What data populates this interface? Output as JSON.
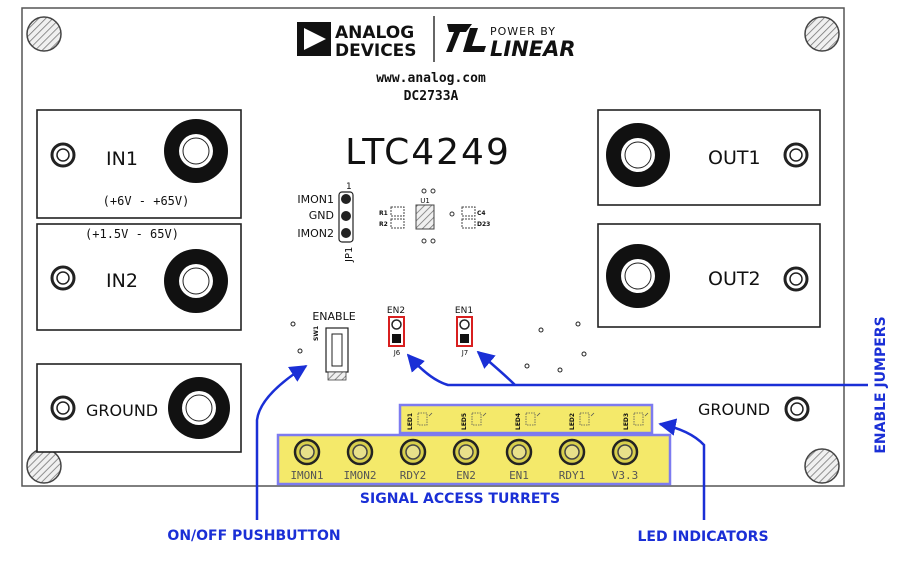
{
  "board": {
    "brand_analog_top": "ANALOG",
    "brand_analog_bottom": "DEVICES",
    "brand_linear_top": "POWER BY",
    "brand_linear_bottom": "LINEAR",
    "website": "www.analog.com",
    "board_id": "DC2733A",
    "part_number": "LTC4249"
  },
  "connectors": {
    "in1": {
      "label": "IN1",
      "range": "(+6V - +65V)"
    },
    "in2": {
      "label": "IN2",
      "range": "(+1.5V - 65V)"
    },
    "ground_left": {
      "label": "GROUND"
    },
    "out1": {
      "label": "OUT1"
    },
    "out2": {
      "label": "OUT2"
    },
    "ground_right": {
      "label": "GROUND"
    }
  },
  "jp1": {
    "ref": "JP1",
    "pin1": "IMON1",
    "pin2": "GND",
    "pin3": "IMON2",
    "pin_label": "1"
  },
  "components": {
    "u1": "U1",
    "r1": "R1",
    "r2": "R2",
    "c4": "C4",
    "d23": "D23"
  },
  "switch": {
    "label": "ENABLE",
    "ref": "SW1"
  },
  "jumpers": [
    {
      "label": "EN2",
      "ref": "J6"
    },
    {
      "label": "EN1",
      "ref": "J7"
    }
  ],
  "leds": [
    "LED1",
    "LED5",
    "LED4",
    "LED2",
    "LED3"
  ],
  "turrets": [
    "IMON1",
    "IMON2",
    "RDY2",
    "EN2",
    "EN1",
    "RDY1",
    "V3.3"
  ],
  "callouts": {
    "signal_access": "SIGNAL ACCESS TURRETS",
    "pushbutton": "ON/OFF PUSHBUTTON",
    "led_indicators": "LED INDICATORS",
    "enable_jumpers": "ENABLE JUMPERS"
  },
  "colors": {
    "callout": "#1a2fd6",
    "highlight": "#f4e96a",
    "jumper": "#d81f1f"
  }
}
